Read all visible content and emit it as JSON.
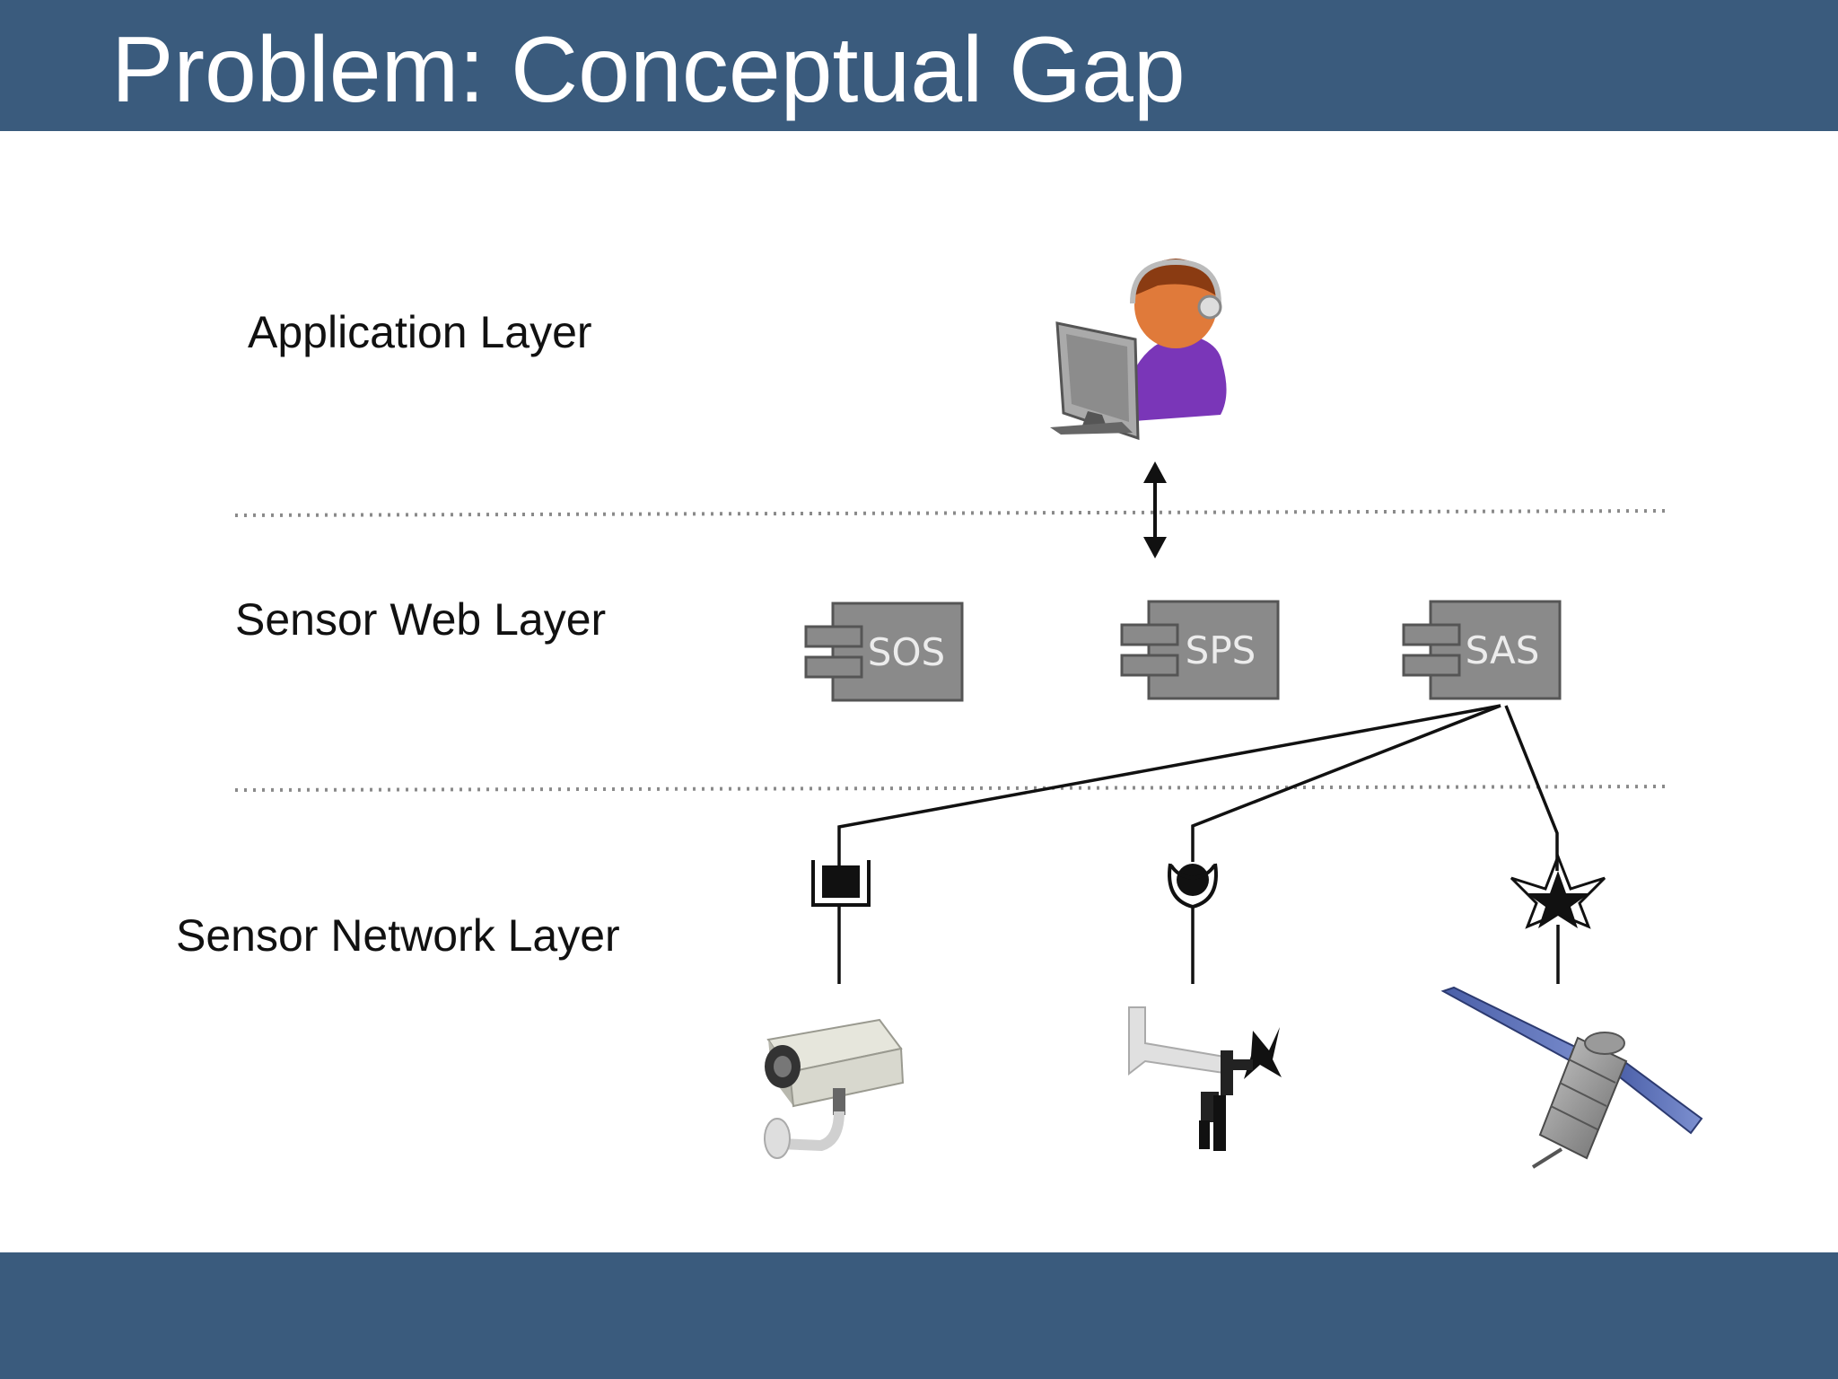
{
  "slide": {
    "title": "Problem: Conceptual Gap"
  },
  "layers": {
    "application": "Application Layer",
    "sensor_web": "Sensor Web Layer",
    "sensor_network": "Sensor Network Layer"
  },
  "services": [
    {
      "label": "SOS"
    },
    {
      "label": "SPS"
    },
    {
      "label": "SAS"
    }
  ],
  "icons": {
    "user": "operator-at-computer-icon",
    "camera": "surveillance-camera-icon",
    "weather": "weather-station-icon",
    "satellite": "satellite-icon"
  },
  "colors": {
    "header": "#3a5b7d",
    "component_fill": "#8a8a8a",
    "component_label": "#ececec"
  }
}
